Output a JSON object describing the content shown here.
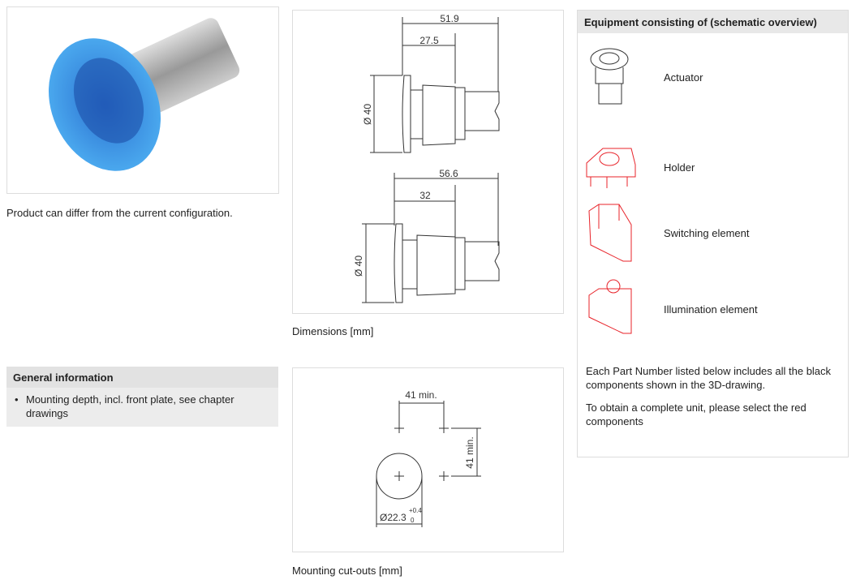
{
  "product": {
    "caption": "Product can differ from the current configuration."
  },
  "general": {
    "title": "General information",
    "items": [
      "Mounting depth, incl. front plate, see chapter drawings"
    ]
  },
  "dimensions": {
    "caption": "Dimensions [mm]",
    "top": {
      "total": "51.9",
      "partial": "27.5",
      "diameter": "Ø 40"
    },
    "bottom": {
      "total": "56.6",
      "partial": "32",
      "diameter": "Ø 40"
    }
  },
  "cutout": {
    "caption": "Mounting cut-outs [mm]",
    "horizontal": "41 min.",
    "vertical": "41 min.",
    "hole": "Ø22.3",
    "tol_upper": "+0.4",
    "tol_lower": "0"
  },
  "equipment": {
    "title": "Equipment consisting of (schematic overview)",
    "components": [
      {
        "label": "Actuator"
      },
      {
        "label": "Holder"
      },
      {
        "label": "Switching element"
      },
      {
        "label": "Illumination element"
      }
    ],
    "note1": "Each Part Number listed below includes all the black components shown in the 3D-drawing.",
    "note2": "To obtain a complete unit, please select the red components",
    "accent": "#e8232a"
  }
}
